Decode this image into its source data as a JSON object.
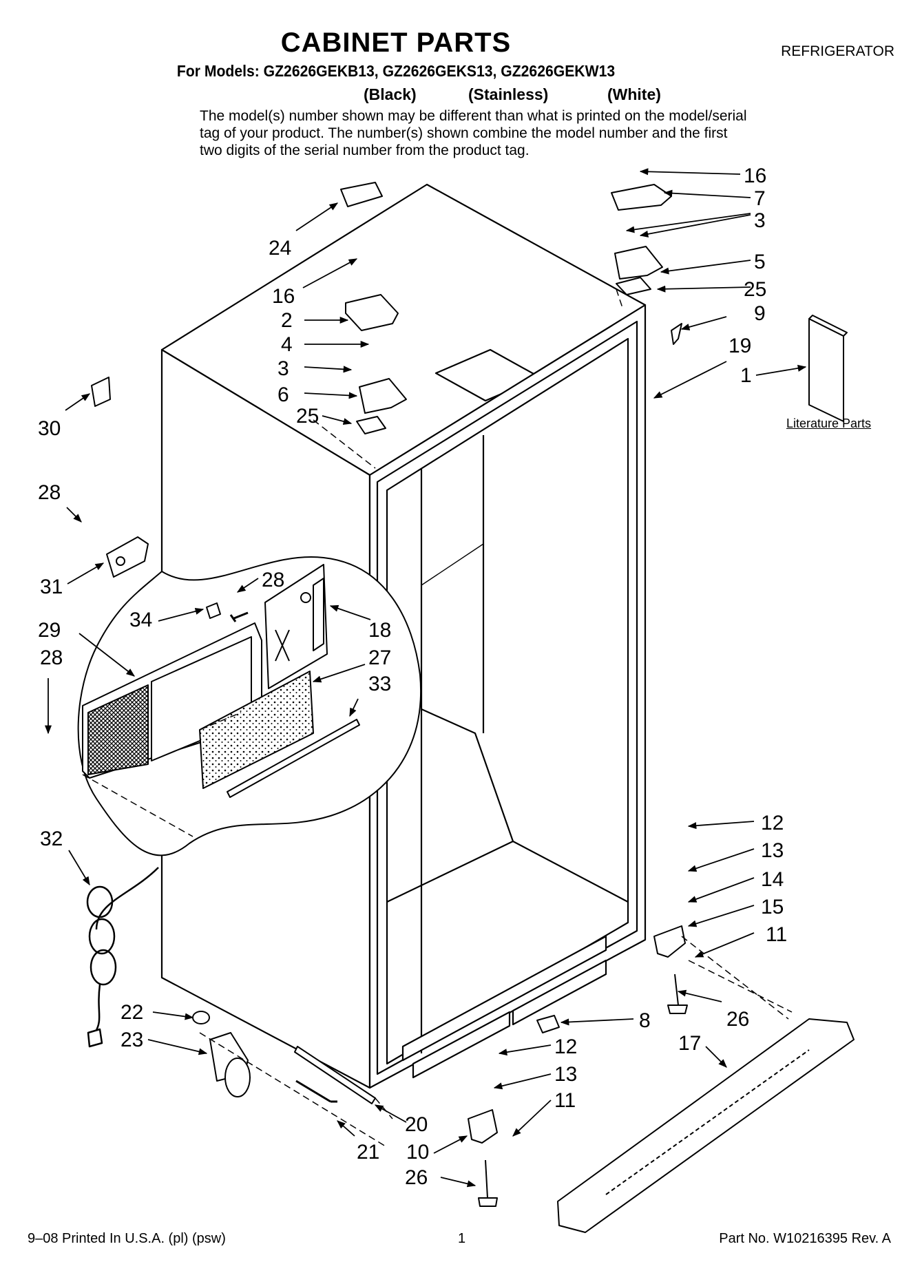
{
  "header": {
    "title": "CABINET PARTS",
    "doc_type": "REFRIGERATOR",
    "models": "For Models: GZ2626GEKB13, GZ2626GEKS13, GZ2626GEKW13",
    "variants": [
      "(Black)",
      "(Stainless)",
      "(White)"
    ],
    "note": "The model(s) number shown may be different than what is printed on the model/serial tag of your product. The number(s) shown combine the model number and the first two digits of the serial number from the product tag."
  },
  "literature": {
    "label": "Literature Parts"
  },
  "callouts": [
    "16",
    "7",
    "3",
    "5",
    "25",
    "9",
    "19",
    "1",
    "24",
    "16",
    "2",
    "4",
    "3",
    "6",
    "25",
    "30",
    "28",
    "31",
    "34",
    "28",
    "18",
    "29",
    "28",
    "27",
    "33",
    "12",
    "13",
    "14",
    "15",
    "11",
    "32",
    "26",
    "8",
    "22",
    "23",
    "12",
    "17",
    "13",
    "11",
    "20",
    "21",
    "10",
    "26"
  ],
  "footer": {
    "left": "9–08 Printed In U.S.A. (pl) (psw)",
    "page": "1",
    "right": "Part No. W10216395 Rev. A"
  }
}
